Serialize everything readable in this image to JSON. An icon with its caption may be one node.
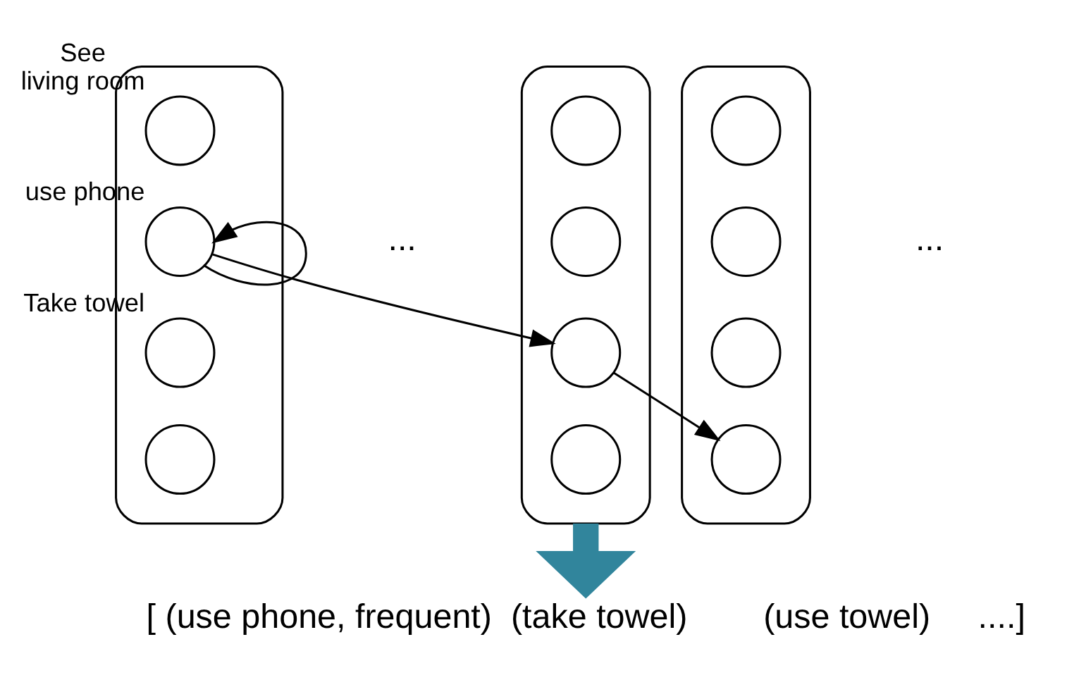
{
  "diagram": {
    "nodes": [
      {
        "text": [],
        "shape": "ellipse"
      },
      {
        "text": [],
        "shape": "circle",
        "in": 0,
        "beside": [
          "See living room"
        ]
      },
      {
        "text": [],
        "shape": "circle",
        "in": 0,
        "beside": [
          "use phone"
        ]
      },
      {
        "text": [],
        "shape": "circle",
        "in": 0,
        "beside": [
          "Take towel"
        ]
      },
      {
        "text": [],
        "shape": "circle",
        "in": 0
      },
      {
        "text": [],
        "shape": "ellipse"
      },
      {
        "text": [],
        "shape": "circle",
        "in": 5
      },
      {
        "text": [],
        "shape": "circle",
        "in": 5
      },
      {
        "text": [],
        "shape": "circle",
        "in": 5
      },
      {
        "text": [],
        "shape": "circle",
        "in": 5
      },
      {
        "text": [],
        "shape": "ellipse"
      },
      {
        "text": [],
        "shape": "circle",
        "in": 10
      },
      {
        "text": [],
        "shape": "circle",
        "in": 10
      },
      {
        "text": [],
        "shape": "circle",
        "in": 10
      },
      {
        "text": [],
        "shape": "circle",
        "in": 10
      },
      {
        "text": [
          "[ (use phone, frequent)  (take towel)        (use towel)     ....]"
        ]
      }
    ],
    "edges": [
      {
        "from": 2,
        "to": 2,
        "arrow": "to"
      },
      {
        "from": 2,
        "to": 8,
        "arrow": "to"
      },
      {
        "from": 8,
        "to": 14,
        "arrow": "to"
      },
      {
        "from": 5,
        "to": 15,
        "arrow": "to",
        "style": "thick",
        "color": "#31859c"
      }
    ],
    "labels": [
      "...",
      "..."
    ]
  }
}
